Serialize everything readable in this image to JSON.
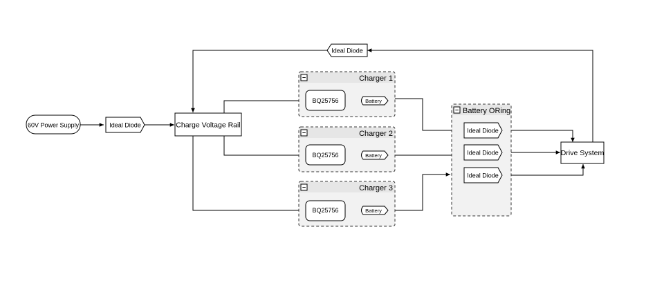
{
  "nodes": {
    "power_supply": "60V Power Supply",
    "input_ideal_diode": "Ideal Diode",
    "rail": "Charge Voltage Rail",
    "feedback_ideal_diode": "Ideal Diode",
    "drive_system": "Drive System"
  },
  "chargers": [
    {
      "title": "Charger 1",
      "ic": "BQ25756",
      "battery": "Battery"
    },
    {
      "title": "Charger 2",
      "ic": "BQ25756",
      "battery": "Battery"
    },
    {
      "title": "Charger 3",
      "ic": "BQ25756",
      "battery": "Battery"
    }
  ],
  "oring": {
    "title": "Battery ORing",
    "diodes": [
      "Ideal Diode",
      "Ideal Diode",
      "Ideal Diode"
    ]
  },
  "collapse_glyph": "−"
}
